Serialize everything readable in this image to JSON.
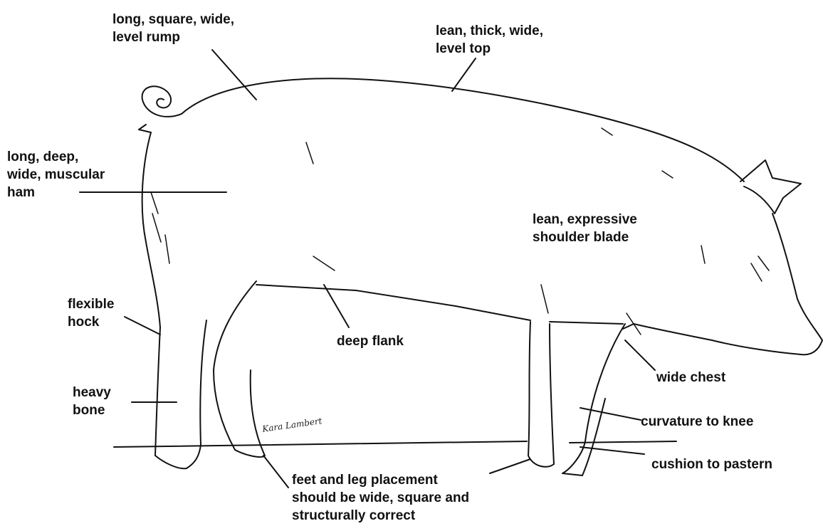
{
  "labels": {
    "rump": [
      "long, square, wide,",
      "level rump"
    ],
    "top": [
      "lean, thick, wide,",
      "level top"
    ],
    "ham": [
      "long, deep,",
      "wide, muscular",
      "ham"
    ],
    "shoulder": [
      "lean, expressive",
      "shoulder blade"
    ],
    "hock": [
      "flexible",
      "hock"
    ],
    "flank": [
      "deep flank"
    ],
    "chest": [
      "wide chest"
    ],
    "bone": [
      "heavy",
      "bone"
    ],
    "knee": [
      "curvature to knee"
    ],
    "pastern": [
      "cushion to pastern"
    ],
    "feet": [
      "feet and leg placement",
      "should be wide, square and",
      "structurally correct"
    ]
  },
  "signature": "Kara Lambert"
}
